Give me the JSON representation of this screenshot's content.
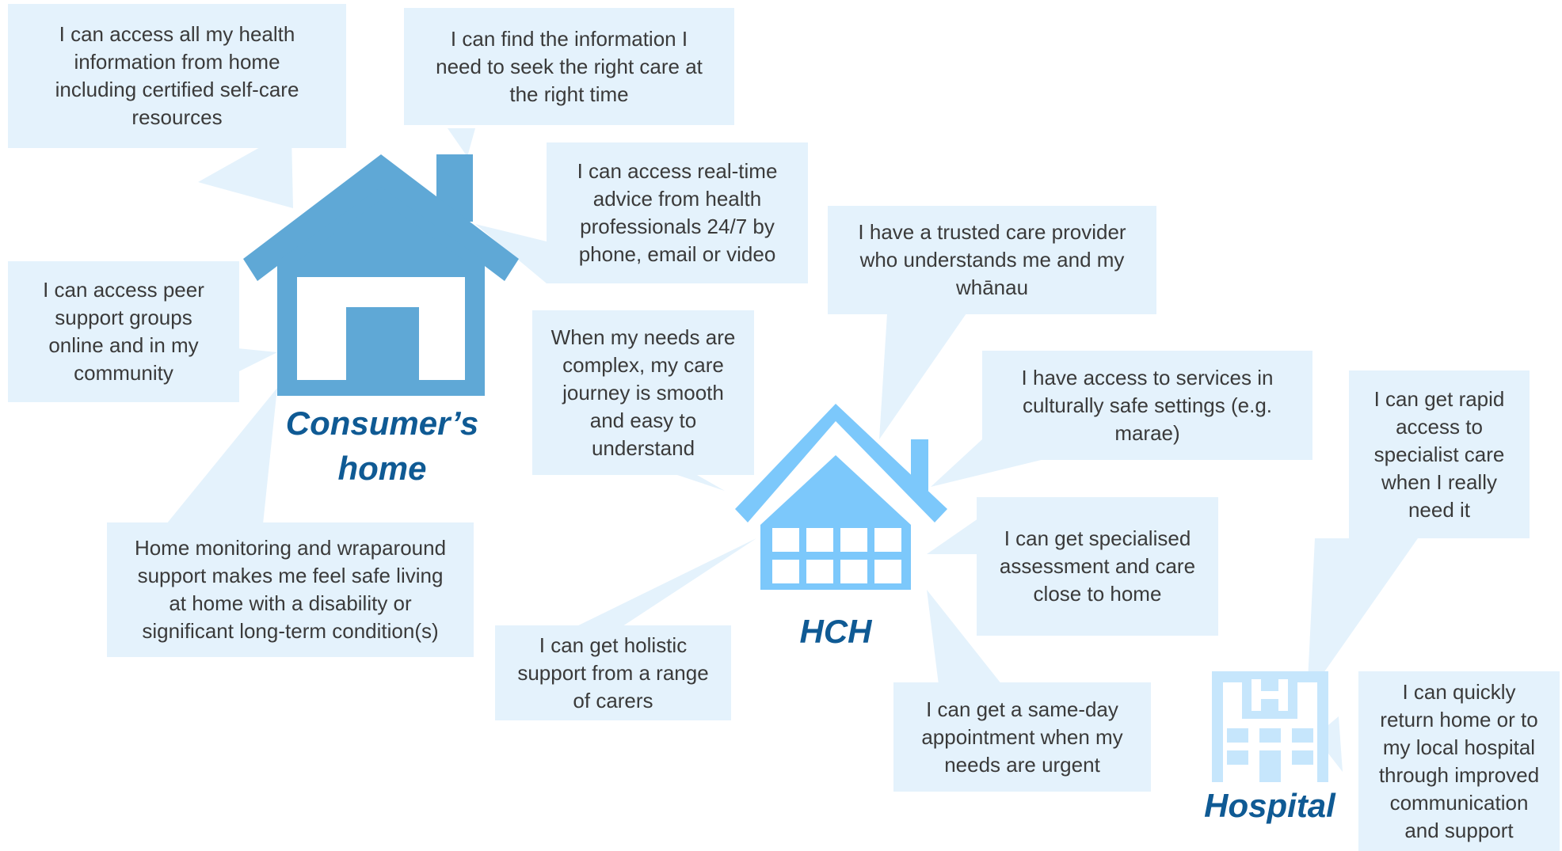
{
  "colors": {
    "bubble_fill": "#e4f2fc",
    "home_icon": "#5fa8d6",
    "hch_icon": "#7cc8fb",
    "hospital_icon": "#c6e6fc",
    "label_text": "#0f5a94",
    "body_text": "#3a3a3a"
  },
  "icons": {
    "home": "house-icon",
    "hch": "building-icon",
    "hospital": "hospital-icon"
  },
  "labels": {
    "home": "Consumer’s\nhome",
    "hch": "HCH",
    "hospital": "Hospital"
  },
  "bubbles": {
    "home_info": "I can access all my health\ninformation from home\nincluding certified self-care\nresources",
    "find_info": "I can find the information I\nneed to seek the right care at\nthe right time",
    "realtime": "I can access real-time\nadvice from health\nprofessionals 24/7 by\nphone, email or video",
    "peer": "I can access peer\nsupport groups\nonline and in my\ncommunity",
    "monitoring": "Home monitoring and wraparound\nsupport makes me  feel safe living\nat home with a disability or\nsignificant long-term condition(s)",
    "complex": "When my needs are\ncomplex, my care\njourney is smooth\nand easy to\nunderstand",
    "trusted": "I have a trusted care provider\nwho understands me and my\nwhānau",
    "cultural": "I have access to services in\nculturally safe settings (e.g.\nmarae)",
    "specialised": "I can get specialised\nassessment and care\nclose to home",
    "holistic": "I can get holistic\nsupport from a range\nof carers",
    "sameday": "I can get a same-day\nappointment when my\nneeds are urgent",
    "rapid": "I can get rapid\naccess to\nspecialist care\nwhen I really\nneed it",
    "return": "I can quickly\nreturn home or to\nmy local hospital\nthrough improved\ncommunication\nand support"
  }
}
